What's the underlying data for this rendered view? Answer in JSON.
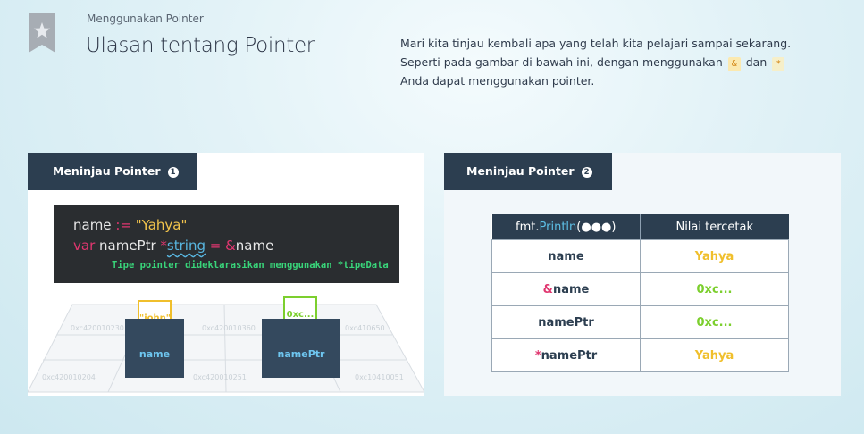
{
  "header": {
    "subtitle": "Menggunakan Pointer",
    "title": "Ulasan tentang Pointer",
    "intro_line1": "Mari kita tinjau kembali apa yang telah kita pelajari sampai sekarang.",
    "intro_line2_pre": "Seperti pada gambar di bawah ini, dengan menggunakan",
    "intro_token_amp": "&",
    "intro_line2_mid": "dan",
    "intro_token_star": "*",
    "intro_line3": "Anda dapat menggunakan pointer."
  },
  "panel1": {
    "tab_label": "Meninjau Pointer",
    "tab_number": "1",
    "code": {
      "l1_var": "name",
      "l1_op": " := ",
      "l1_str": "\"Yahya\"",
      "l2_kw": "var",
      "l2_name": " namePtr ",
      "l2_star": "*",
      "l2_type": "string",
      "l2_eq": " = ",
      "l2_amp": "&",
      "l2_ref": "name",
      "note": "Tipe pointer dideklarasikan menggunakan *tipeData"
    },
    "memory": {
      "addresses": [
        "0xc420010230",
        "0xc420010360",
        "0xc410650",
        "0xc420010204",
        "0xc420010251",
        "0xc10410051"
      ],
      "box1_label": "name",
      "box1_card": "\"john\"",
      "box2_label": "namePtr",
      "box2_card": "0xc..."
    }
  },
  "panel2": {
    "tab_label": "Meninjau Pointer",
    "tab_number": "2",
    "table": {
      "header_col1_pkg": "fmt.",
      "header_col1_fn": "Println",
      "header_col1_args": "(●●●)",
      "header_col2": "Nilai tercetak",
      "rows": [
        {
          "prefix": "",
          "expr": "name",
          "value": "Yahya",
          "value_color": "#f0bf2c"
        },
        {
          "prefix": "&",
          "expr": "name",
          "value": "0xc...",
          "value_color": "#7ccf2e"
        },
        {
          "prefix": "",
          "expr": "namePtr",
          "value": "0xc...",
          "value_color": "#7ccf2e"
        },
        {
          "prefix": "*",
          "expr": "namePtr",
          "value": "Yahya",
          "value_color": "#f0bf2c"
        }
      ]
    }
  },
  "colors": {
    "accent_red": "#e0366f",
    "accent_yellow": "#f0bf2c",
    "accent_green": "#7ccf2e",
    "panel_tab": "#2c3e50"
  }
}
